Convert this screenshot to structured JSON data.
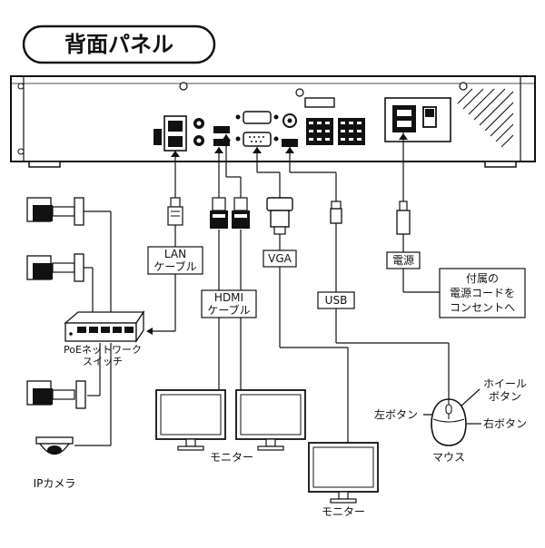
{
  "title": "背面パネル",
  "labels": {
    "lan_line1": "LAN",
    "lan_line2": "ケーブル",
    "hdmi_line1": "HDMI",
    "hdmi_line2": "ケーブル",
    "vga": "VGA",
    "usb": "USB",
    "power": "電源",
    "power_note_line1": "付属の",
    "power_note_line2": "電源コードを",
    "power_note_line3": "コンセントへ",
    "poe_line1": "PoEネットワーク",
    "poe_line2": "スイッチ",
    "ip_camera": "IPカメラ",
    "monitor_hdmi": "モニター",
    "monitor_vga": "モニター",
    "mouse": "マウス",
    "mouse_left": "左ボタン",
    "mouse_wheel_line1": "ホイール",
    "mouse_wheel_line2": "ボタン",
    "mouse_right": "右ボタン"
  }
}
